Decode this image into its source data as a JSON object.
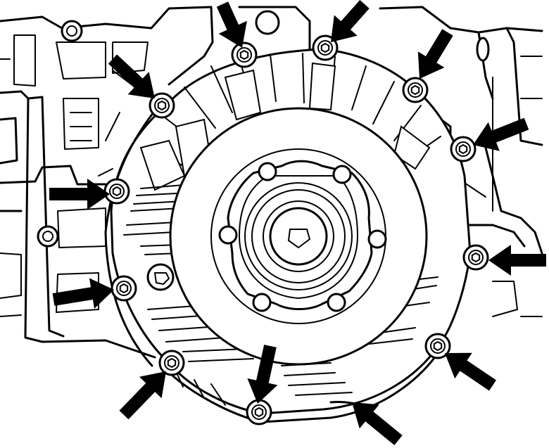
{
  "diagram": {
    "subject": "transmission-housing-cover-bolt-locations",
    "colors": {
      "line": "#000000",
      "background": "#ffffff"
    },
    "bolts": [
      {
        "id": "bolt-1"
      },
      {
        "id": "bolt-2"
      },
      {
        "id": "bolt-3"
      },
      {
        "id": "bolt-4"
      },
      {
        "id": "bolt-5"
      },
      {
        "id": "bolt-6"
      },
      {
        "id": "bolt-7"
      },
      {
        "id": "bolt-8"
      },
      {
        "id": "bolt-9"
      },
      {
        "id": "bolt-10"
      },
      {
        "id": "bolt-11"
      },
      {
        "id": "bolt-12"
      },
      {
        "id": "bolt-13"
      }
    ],
    "arrow_icon": "solid-black-arrow-icon",
    "bolt_icon": "hex-bolt-icon"
  }
}
